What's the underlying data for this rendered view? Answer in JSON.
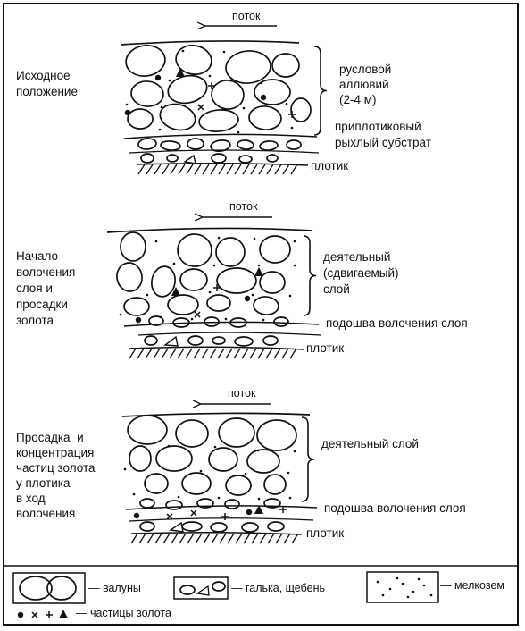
{
  "stages": [
    {
      "stage_label": "Исходное\nположение",
      "flow_label": "поток",
      "layer_label": "русловой\nаллювий\n(2-4 м)",
      "substrate_label": "приплотиковый\nрыхлый субстрат",
      "bedrock_label": "плотик"
    },
    {
      "stage_label": "Начало\nволочения\nслоя и\nпросадки\nзолота",
      "flow_label": "поток",
      "layer_label": "деятельный\n(сдвигаемый)\nслой",
      "sole_label": "подошва волочения слоя",
      "bedrock_label": "плотик"
    },
    {
      "stage_label": "Просадка  и\nконцентрация\nчастиц золота\nу плотика\nв ход\nволочения",
      "flow_label": "поток",
      "layer_label": "деятельный слой",
      "sole_label": "подошва волочения слоя",
      "bedrock_label": "плотик"
    }
  ],
  "legend": {
    "boulders": "— валуны",
    "pebbles": "— галька, щебень",
    "fines": "— мелкозем",
    "gold": "— частицы золота"
  }
}
